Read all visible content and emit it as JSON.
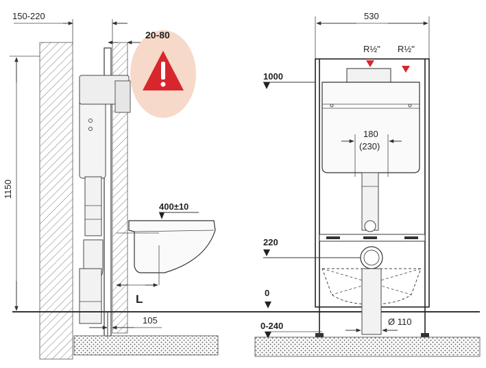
{
  "labels": {
    "wall_range": "150-220",
    "warning_range": "20-80",
    "total_height": "1150",
    "bowl_height": "400±10",
    "distance_label": "L",
    "bottom_offset": "105",
    "frame_width": "530",
    "valve_left": "R½\"",
    "valve_right": "R½\"",
    "level_1000": "1000",
    "spacing_main": "180",
    "spacing_alt": "(230)",
    "level_220": "220",
    "level_0": "0",
    "depth_range": "0-240",
    "drain_diameter": "Ø 110"
  },
  "colors": {
    "warning_bg": "#f6d9c8",
    "warning_triangle": "#d8262d",
    "valve_marker": "#d8262d",
    "line": "#333333",
    "floor": "#444444"
  },
  "icons": {
    "warning": "warning-triangle-icon",
    "valve": "red-triangle-marker-icon"
  }
}
